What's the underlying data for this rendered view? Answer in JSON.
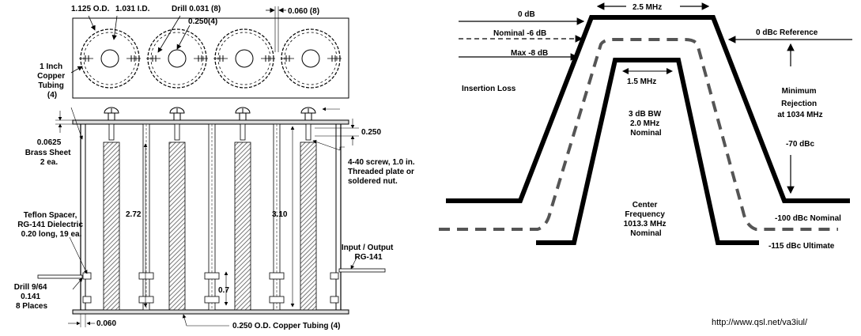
{
  "mech": {
    "od_outer": "1.125  O.D.",
    "id_inner": "1.031  I.D.",
    "drill_small": "Drill 0.031 (8)",
    "spacing_250_4": "0.250(4)",
    "gap_060_8": "0.060 (8)",
    "copper_tubing": [
      "1 Inch",
      "Copper",
      "Tubing",
      "(4)"
    ],
    "brass_thick": "0.0625",
    "brass_sheet": [
      "Brass Sheet",
      "2 ea."
    ],
    "dim_250": "0.250",
    "screw_note": [
      "4-40 screw, 1.0  in.",
      "Threaded plate or",
      "soldered nut."
    ],
    "dim_272": "2.72",
    "dim_310": "3.10",
    "dim_07": "0.7",
    "teflon_note": [
      "Teflon Spacer,",
      "RG-141 Dielectric",
      "0.20 long, 19 ea."
    ],
    "io_note": [
      "Input / Output",
      "RG-141"
    ],
    "drill_964": [
      "Drill 9/64",
      "0.141",
      "8 Places"
    ],
    "dim_060": "0.060",
    "copper_bottom": "0.250  O.D. Copper Tubing (4)"
  },
  "resp": {
    "bw_25": "2.5 MHz",
    "zero_db": "0 dB",
    "nominal_6": "Nominal -6 dB",
    "max_8": "Max -8 dB",
    "insertion_loss": "Insertion Loss",
    "bw_15": "1.5 MHz",
    "bw_3db": [
      "3 dB BW",
      "2.0 MHz",
      "Nominal"
    ],
    "ref_0dbc": "0 dBc Reference",
    "min_rejection": [
      "Minimum",
      "Rejection",
      "at 1034 MHz"
    ],
    "minus70": "-70 dBc",
    "center_freq": [
      "Center",
      "Frequency",
      "1013.3 MHz",
      "Nominal"
    ],
    "minus100": "-100 dBc Nominal",
    "minus115": "-115 dBc Ultimate"
  },
  "url": "http://www.qsl.net/va3iul/"
}
